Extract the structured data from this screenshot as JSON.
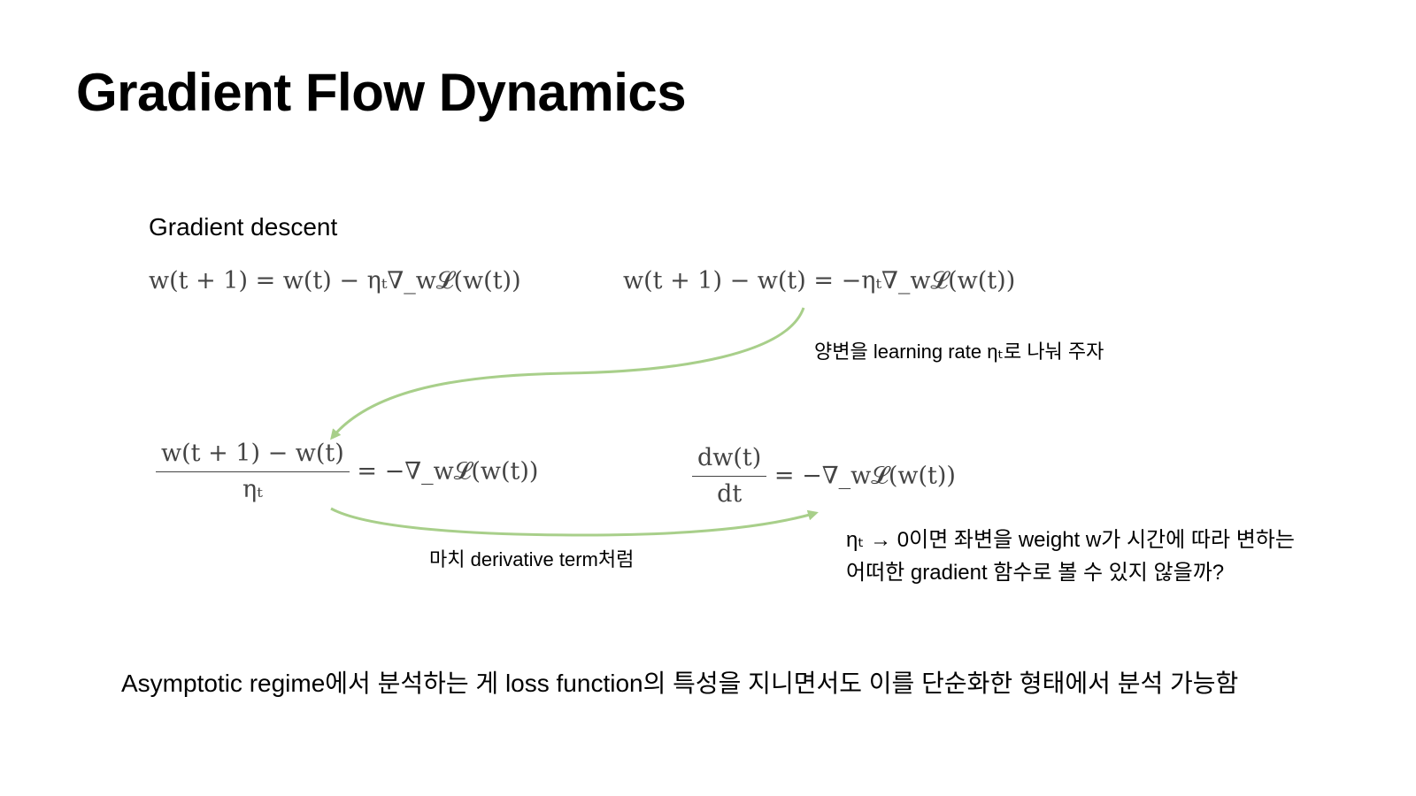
{
  "slide": {
    "title": "Gradient Flow Dynamics",
    "subtitle": "Gradient descent"
  },
  "equations": {
    "eq1": "w(t + 1) = w(t) − ηₜ∇_w𝓛(w(t))",
    "eq2": "w(t + 1) − w(t) = −ηₜ∇_w𝓛(w(t))",
    "eq3_numerator": "w(t + 1) − w(t)",
    "eq3_denominator": "ηₜ",
    "eq3_rhs": "= −∇_w𝓛(w(t))",
    "eq4_numerator": "dw(t)",
    "eq4_denominator": "dt",
    "eq4_rhs": "= −∇_w𝓛(w(t))"
  },
  "annotations": {
    "divide_note": "양변을 learning rate ηₜ로 나눠 주자",
    "derivative_note": "마치 derivative term처럼",
    "limit_note_line1": "ηₜ → 0이면 좌변을 weight w가 시간에 따라 변하는",
    "limit_note_line2": "어떠한 gradient 함수로 볼 수 있지 않을까?"
  },
  "summary": "Asymptotic regime에서 분석하는 게 loss function의 특성을 지니면서도 이를 단순화한 형태에서 분석 가능함",
  "colors": {
    "arrow": "#a8cf8a",
    "math_text": "#444444",
    "text": "#000000",
    "background": "#ffffff"
  }
}
